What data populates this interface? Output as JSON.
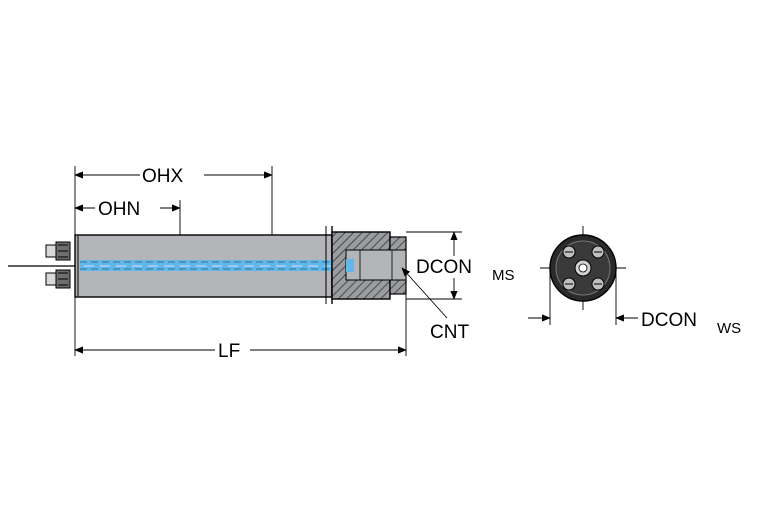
{
  "labels": {
    "ohx": "OHX",
    "ohn": "OHN",
    "lf": "LF",
    "cnt": "CNT",
    "dcon_ms_main": "DCON",
    "dcon_ms_sub": "MS",
    "dcon_ws_main": "DCON",
    "dcon_ws_sub": "WS"
  },
  "colors": {
    "body_gray": "#b6b8bc",
    "body_dark": "#8c8e92",
    "coolant_blue": "#5fb3e6",
    "hatch": "#555555",
    "end_view_dark": "#2a2a2a"
  }
}
